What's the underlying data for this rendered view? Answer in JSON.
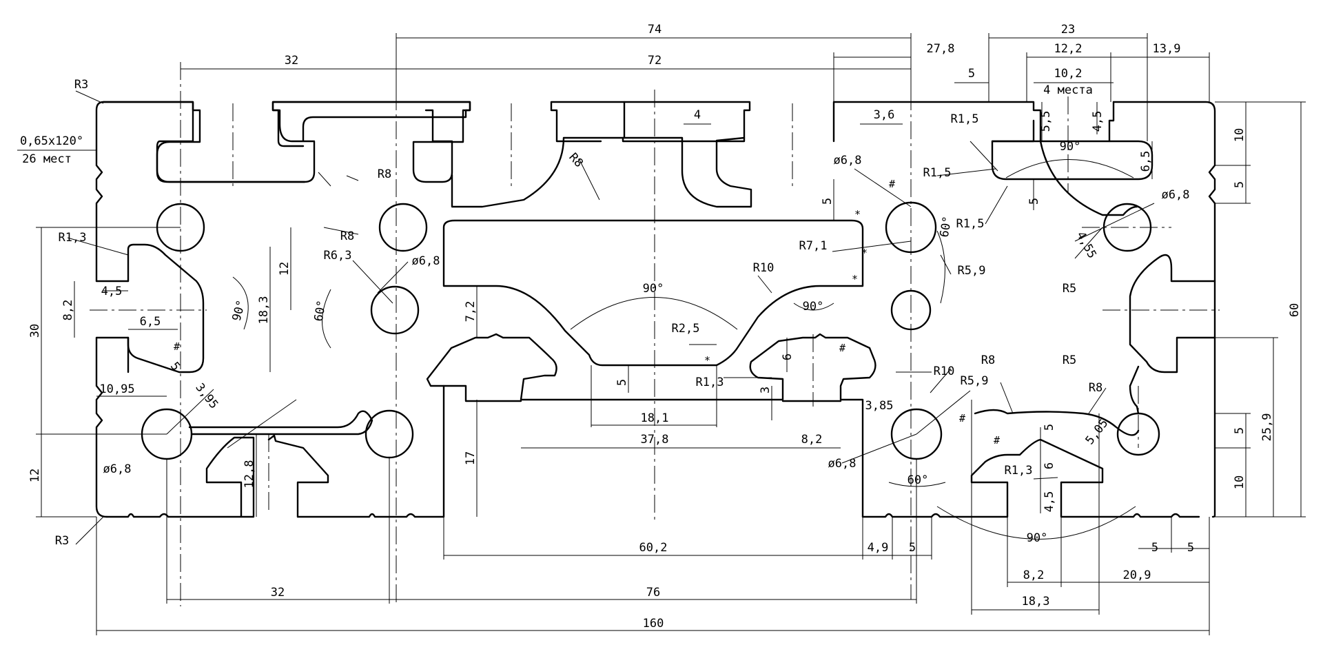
{
  "drawing": {
    "note": {
      "line1": "0,65x120°",
      "line2": "26 мест"
    },
    "places": "4 места",
    "dims": {
      "d74": "74",
      "d72": "72",
      "d32_top": "32",
      "d23": "23",
      "d27_8": "27,8",
      "d12_2": "12,2",
      "d13_9": "13,9",
      "d5_top": "5",
      "d10_2": "10,2",
      "d5_5": "5,5",
      "d4_5_top": "4,5",
      "d4": "4",
      "d3_6": "3,6",
      "d10_right": "10",
      "d5_right": "5",
      "d6_5_right": "6,5",
      "d5_slot": "5",
      "d60": "60",
      "d5_cav": "5",
      "d30": "30",
      "d12_left": "12",
      "d8_2_left": "8,2",
      "d4_5_left": "4,5",
      "d6_5_left": "6,5",
      "d18_3_left": "18,3",
      "d12_mid": "12",
      "d10_95": "10,95",
      "d3_95": "3,95",
      "d5_diag": "5",
      "d12_8": "12,8",
      "d17": "17",
      "d7_2": "7,2",
      "d5_center": "5",
      "d6_center": "6",
      "d3_center": "3",
      "d18_1": "18,1",
      "d37_8": "37,8",
      "d8_2_mid": "8,2",
      "d3_85": "3,85",
      "d25_9": "25,9",
      "d5_r2": "5",
      "d10_r2": "10",
      "d5_05": "5,05",
      "d5_cav2": "5",
      "d6_cav2": "6",
      "d4_5_cav2": "4,5",
      "d4_55": "4,55",
      "d60_2": "60,2",
      "d4_9": "4,9",
      "d5_bot": "5",
      "d8_2_bot": "8,2",
      "d20_9": "20,9",
      "d18_3_bot": "18,3",
      "d5_br1": "5",
      "d5_br2": "5",
      "d32_bot": "32",
      "d76": "76",
      "d160": "160"
    },
    "radii": {
      "r3_top": "R3",
      "r3_bot": "R3",
      "r1_3_left": "R1,3",
      "r8_a": "R8",
      "r8_b": "R8",
      "r8_c": "R8",
      "r6_3": "R6,3",
      "r10_a": "R10",
      "r2_5": "R2,5",
      "r1_3_mid": "R1,3",
      "r7_1": "R7,1",
      "r5_9_a": "R5,9",
      "r1_5_a": "R1,5",
      "r1_5_b": "R1,5",
      "r1_5_c": "R1,5",
      "r5_a": "R5",
      "r5_b": "R5",
      "r10_b": "R10",
      "r5_9_b": "R5,9",
      "r8_d": "R8",
      "r8_e": "R8",
      "r1_3_right": "R1,3"
    },
    "holes": {
      "h1": "ø6,8",
      "h2": "ø6,8",
      "h3": "ø6,8",
      "h4": "ø6,8",
      "h5": "ø6,8"
    },
    "angles": {
      "a90_left": "90°",
      "a60_left": "60°",
      "a90_center": "90°",
      "a90_small": "90°",
      "a60_right": "60°",
      "a90_topright": "90°",
      "a60_bot": "60°",
      "a90_bot": "90°"
    }
  }
}
